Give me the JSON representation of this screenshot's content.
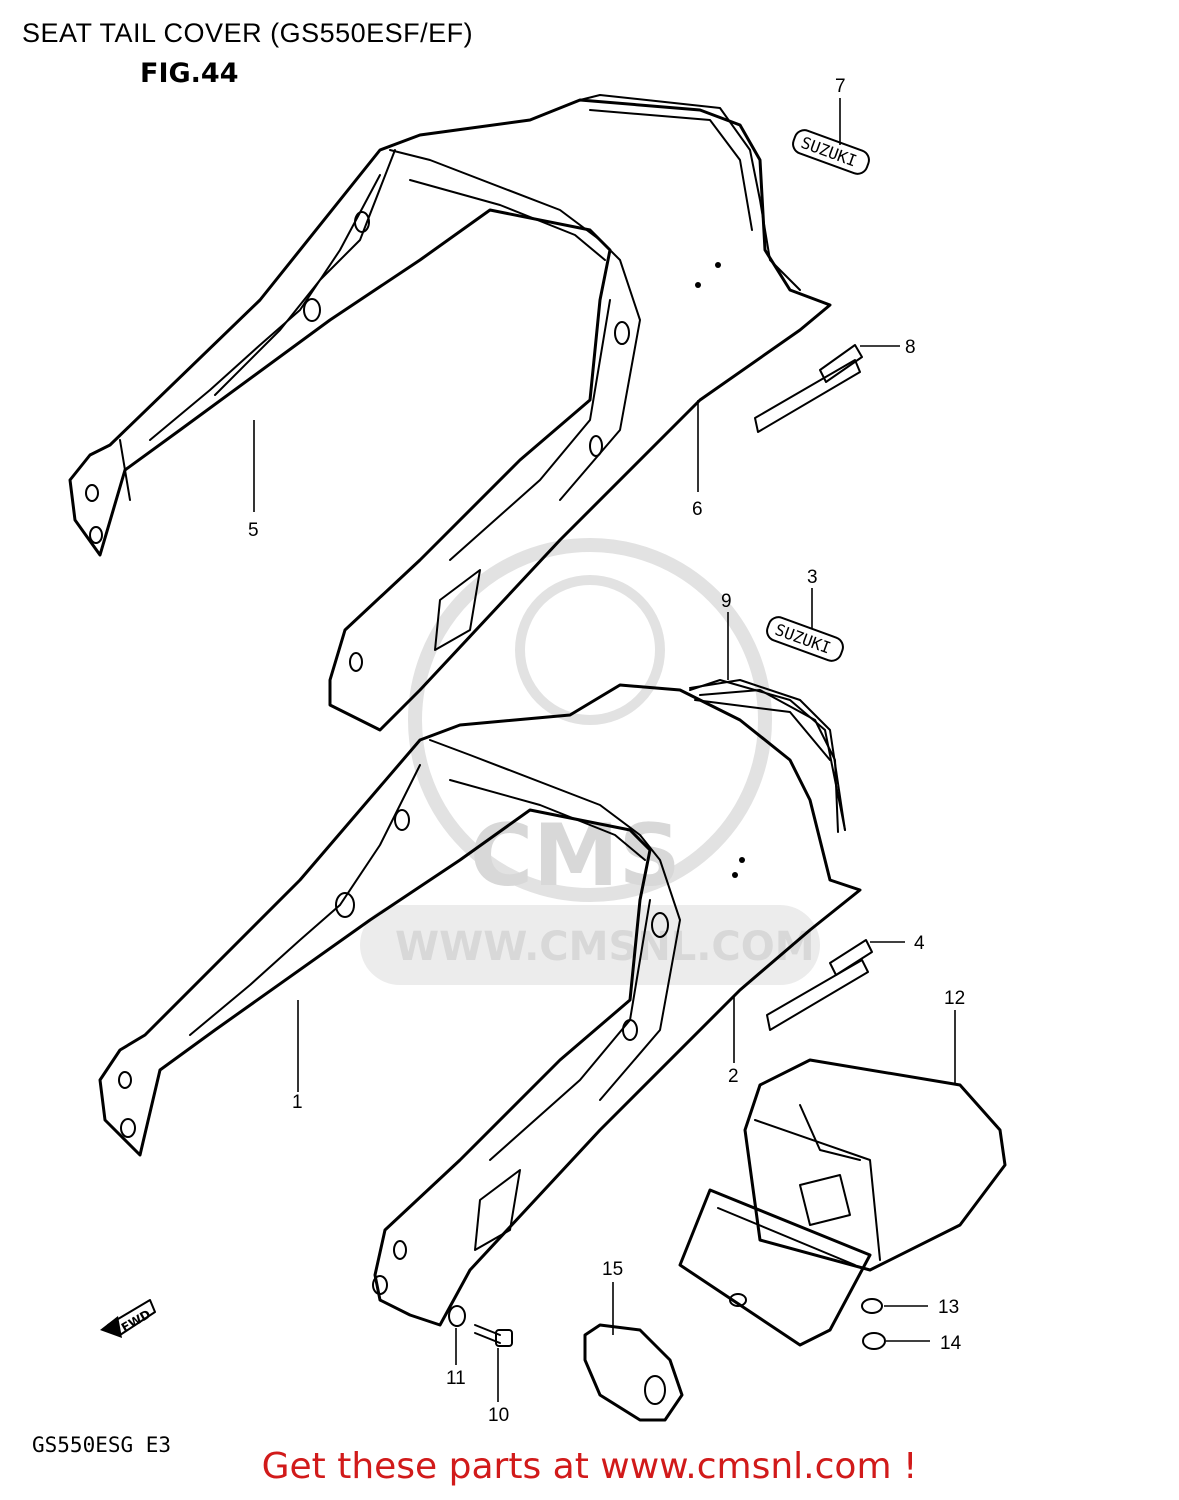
{
  "header": {
    "title": "SEAT TAIL COVER (GS550ESF/EF)",
    "figure": "FIG.44"
  },
  "footer": {
    "model_code": "GS550ESG E3",
    "cta": "Get these parts at www.cmsnl.com !"
  },
  "watermark": {
    "brand": "CMS",
    "url": "WWW.CMSNL.COM"
  },
  "fwd_label": "FWD",
  "emblem_text": "SUZUKI",
  "part_numbers": [
    "1",
    "2",
    "3",
    "4",
    "5",
    "6",
    "7",
    "8",
    "9",
    "10",
    "11",
    "12",
    "13",
    "14",
    "15"
  ],
  "colors": {
    "cta": "#d11a1a",
    "line": "#000000",
    "watermark": "#d8d8d8"
  }
}
